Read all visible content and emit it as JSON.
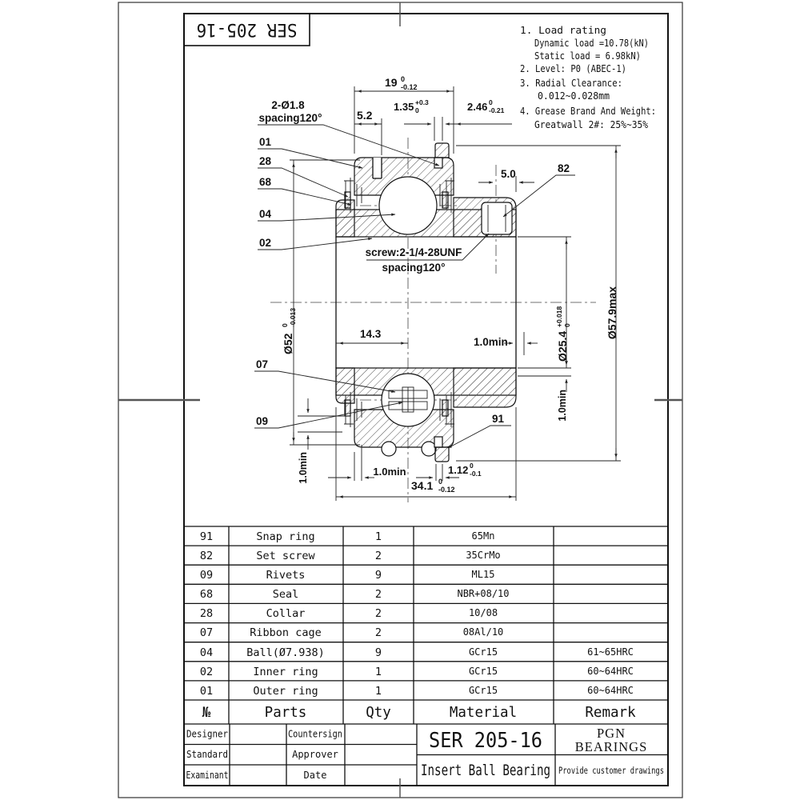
{
  "page": {
    "top_title": "SER 205-16"
  },
  "notes": {
    "lines": [
      "1. Load rating",
      "Dynamic load =10.78(kN)",
      "Static  load = 6.98kN)",
      "2. Level: P0 (ABEC-1)",
      "3. Radial Clearance:",
      "0.012~0.028mm",
      "4. Grease Brand And Weight:",
      "Greatwall 2#: 25%~35%"
    ]
  },
  "drawing": {
    "dims": {
      "d19": {
        "v": "19",
        "t": "0",
        "b": "-0.12"
      },
      "d52s": "5.2",
      "d135": {
        "v": "1.35",
        "t": "+0.3",
        "b": "0"
      },
      "d246": {
        "v": "2.46",
        "t": "0",
        "b": "-0.21"
      },
      "holes": "2-Ø1.8",
      "holes_spacing": "spacing120°",
      "d50": "5.0",
      "screw": "screw:2-1/4-28UNF",
      "screw_spacing": "spacing120°",
      "dia52": {
        "v": "Ø52",
        "t": "0",
        "b": "-0.013"
      },
      "dia254": {
        "v": "Ø25.4",
        "t": "+0.018",
        "b": "0"
      },
      "dia579": "Ø57.9max",
      "d143": "14.3",
      "min_bore": "1.0min",
      "min_right": "1.0min",
      "min_left": "1.0min",
      "min_bottom": "1.0min",
      "d112": {
        "v": "1.12",
        "t": "0",
        "b": "-0.1"
      },
      "d341": {
        "v": "34.1",
        "t": "0",
        "b": "-0.12"
      }
    },
    "refs": {
      "r01": "01",
      "r28": "28",
      "r68": "68",
      "r04": "04",
      "r02": "02",
      "r07": "07",
      "r09": "09",
      "r91": "91",
      "r82": "82"
    }
  },
  "table": {
    "headers": {
      "no": "№",
      "parts": "Parts",
      "qty": "Qty",
      "material": "Material",
      "remark": "Remark"
    },
    "rows": [
      {
        "no": "91",
        "part": "Snap ring",
        "qty": "1",
        "material": "65Mn",
        "remark": ""
      },
      {
        "no": "82",
        "part": "Set screw",
        "qty": "2",
        "material": "35CrMo",
        "remark": ""
      },
      {
        "no": "09",
        "part": "Rivets",
        "qty": "9",
        "material": "ML15",
        "remark": ""
      },
      {
        "no": "68",
        "part": "Seal",
        "qty": "2",
        "material": "NBR+08/10",
        "remark": ""
      },
      {
        "no": "28",
        "part": "Collar",
        "qty": "2",
        "material": "10/08",
        "remark": ""
      },
      {
        "no": "07",
        "part": "Ribbon cage",
        "qty": "2",
        "material": "08Al/10",
        "remark": ""
      },
      {
        "no": "04",
        "part": "Ball(Ø7.938)",
        "qty": "9",
        "material": "GCr15",
        "remark": "61~65HRC"
      },
      {
        "no": "02",
        "part": "Inner ring",
        "qty": "1",
        "material": "GCr15",
        "remark": "60~64HRC"
      },
      {
        "no": "01",
        "part": "Outer ring",
        "qty": "1",
        "material": "GCr15",
        "remark": "60~64HRC"
      }
    ]
  },
  "titleblock": {
    "designer": "Designer",
    "standard": "Standard",
    "examinant": "Examinant",
    "countersign": "Countersign",
    "approver": "Approver",
    "date": "Date",
    "model": "SER 205-16",
    "product": "Insert Ball Bearing",
    "company_line1": "PGN",
    "company_line2": "BEARINGS",
    "note": "Provide customer drawings"
  }
}
